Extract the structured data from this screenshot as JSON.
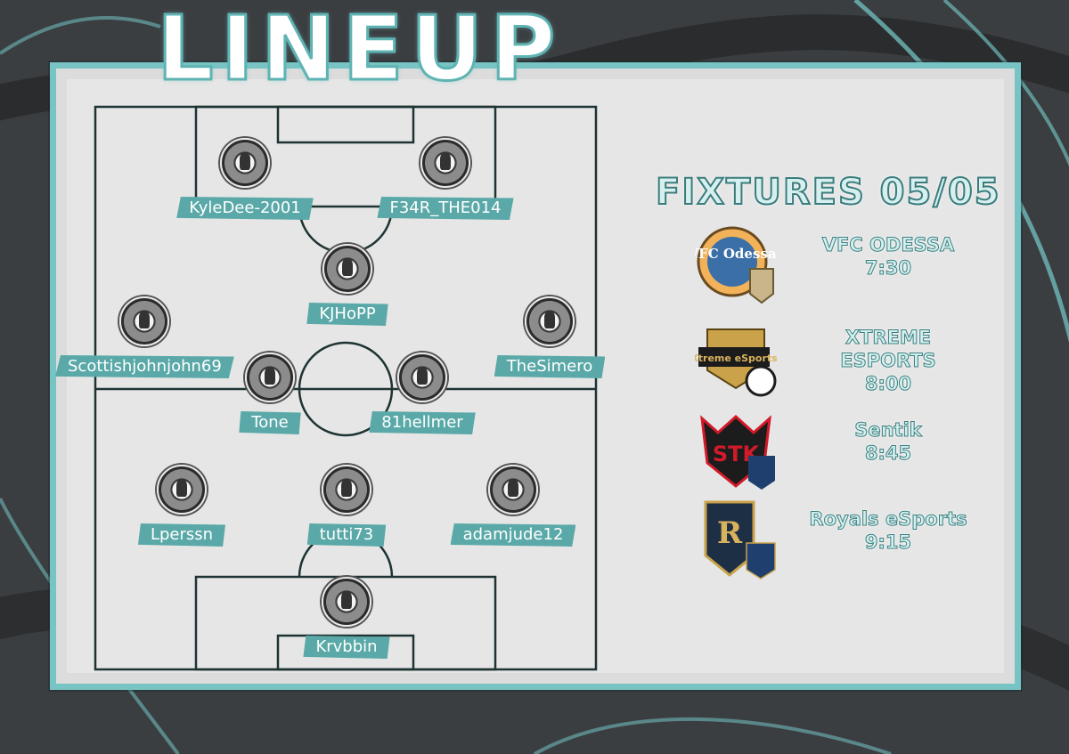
{
  "title": "LINEUP",
  "players": [
    {
      "name": "KyleDee-2001"
    },
    {
      "name": "F34R_THE014"
    },
    {
      "name": "KJHoPP"
    },
    {
      "name": "Scottishjohnjohn69"
    },
    {
      "name": "TheSimero"
    },
    {
      "name": "Tone"
    },
    {
      "name": "81hellmer"
    },
    {
      "name": "Lperssn"
    },
    {
      "name": "tutti73"
    },
    {
      "name": "adamjude12"
    },
    {
      "name": "Krvbbin"
    }
  ],
  "fixtures": {
    "title": "FIXTURES 05/05",
    "items": [
      {
        "team": "VFC ODESSA",
        "time": "7:30",
        "logo_icon": "vfc-odessa-logo",
        "logo_text": "VFC Odessa"
      },
      {
        "team": "XTREME ESPORTS",
        "time": "8:00",
        "logo_icon": "xtreme-esports-logo",
        "logo_text": "Xtreme eSports"
      },
      {
        "team": "Sentik",
        "time": "8:45",
        "logo_icon": "sentik-logo",
        "logo_text": "STK"
      },
      {
        "team": "Royals eSports",
        "time": "9:15",
        "logo_icon": "royals-esports-logo",
        "logo_text": "R"
      }
    ]
  },
  "colors": {
    "accent": "#5aa9a8",
    "frame": "#78c4c4",
    "pitch_lines": "#1e3333"
  }
}
